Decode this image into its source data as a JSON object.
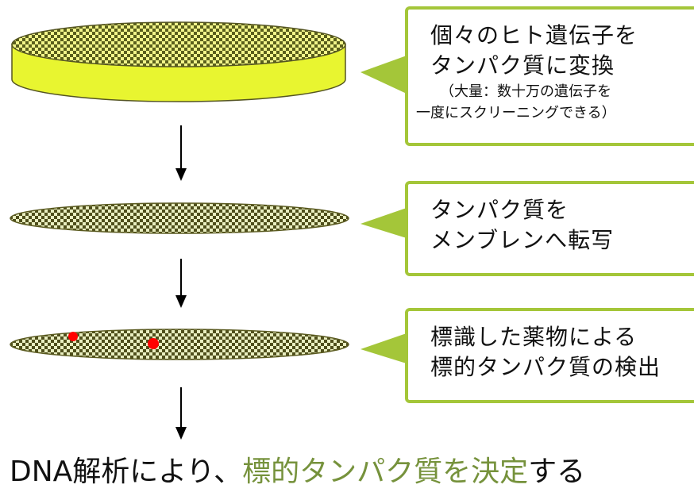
{
  "colors": {
    "dish_top": "#e2f24a",
    "dish_side": "#e8f530",
    "membrane_dark": "#5a5a20",
    "checker_light": "#f0f5c8",
    "spot": "#ff0000",
    "callout_border": "#a4c639",
    "highlight_text": "#76923c"
  },
  "steps": [
    {
      "lines": [
        "個々のヒト遺伝子を",
        "タンパク質に変換"
      ],
      "sub_lines": [
        "（大量：数十万の遺伝子を",
        "一度にスクリーニングできる）"
      ]
    },
    {
      "lines": [
        "タンパク質を",
        "メンブレンへ転写"
      ]
    },
    {
      "lines": [
        "標識した薬物による",
        "標的タンパク質の検出"
      ]
    }
  ],
  "conclusion": {
    "prefix": "DNA解析により、",
    "highlight": "標的タンパク質を決定",
    "suffix": "する"
  }
}
